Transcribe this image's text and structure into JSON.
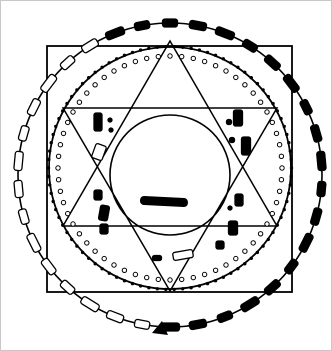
{
  "figure": {
    "ink_color": "#000000",
    "paper_color": "#ffffff",
    "border_color": "#c8c8c8",
    "mark_legend": [
      "filled",
      "hollow"
    ],
    "shapes": [
      "outer-circle-of-beads",
      "square",
      "dotted-circle",
      "small-circle-ring",
      "hexagram",
      "inner-circle",
      "central-bar"
    ]
  }
}
